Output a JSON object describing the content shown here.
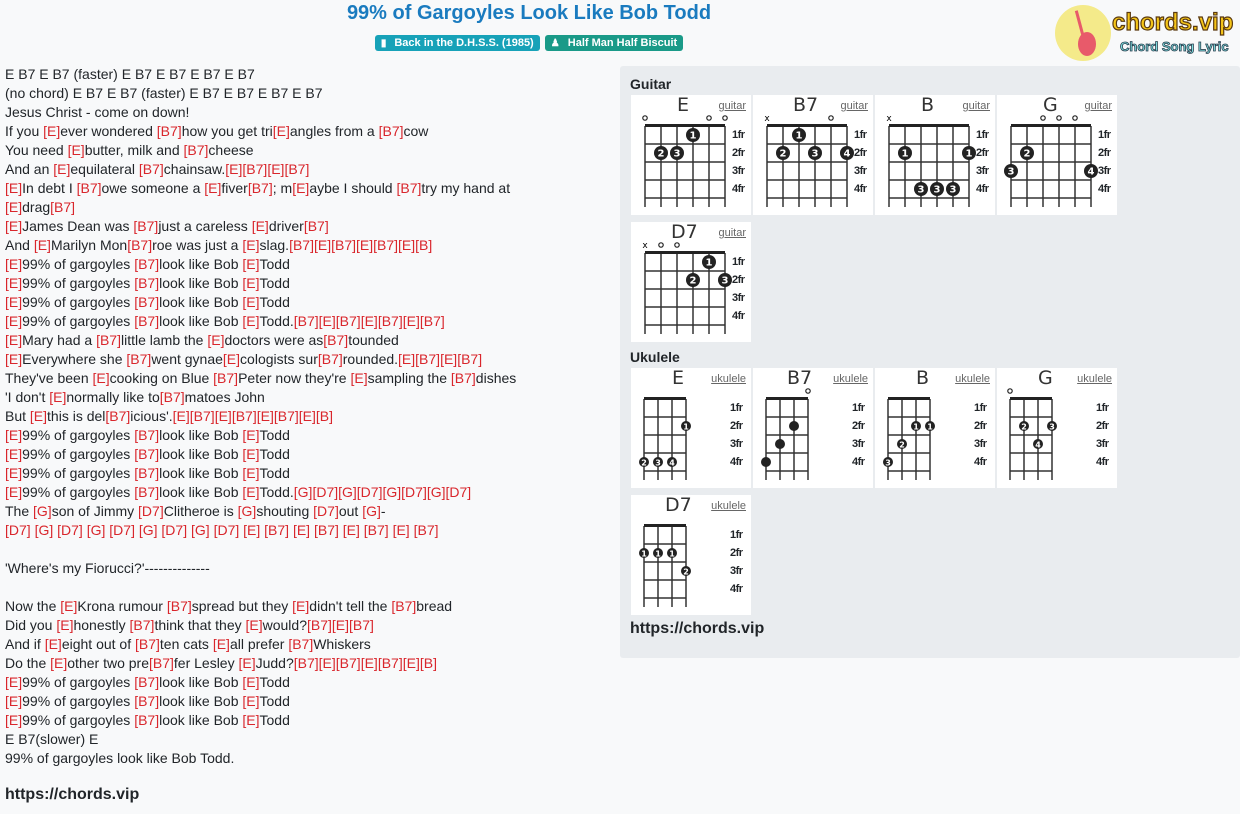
{
  "title": "99% of Gargoyles Look Like Bob Todd",
  "album_badge": {
    "icon": "book-icon",
    "label": "Back in the D.H.S.S. (1985)",
    "color": "#17a2b8"
  },
  "artist_badge": {
    "icon": "user-icon",
    "label": "Half Man Half Biscuit",
    "color": "#1a9a88"
  },
  "logo": {
    "text": "chords.vip",
    "tagline": "Chord Song Lyric"
  },
  "lyrics": {
    "lines": [
      [
        "E B7 E B7 (faster) E B7 E B7 E B7 E B7"
      ],
      [
        "(no chord) E B7 E B7 (faster) E B7 E B7 E B7 E B7"
      ],
      [
        "Jesus Christ - come on down!"
      ],
      [
        "If you ",
        "[E]",
        "ever wondered ",
        "[B7]",
        "how you get tri",
        "[E]",
        "angles from a ",
        "[B7]",
        "cow"
      ],
      [
        "You need ",
        "[E]",
        "butter, milk and ",
        "[B7]",
        "cheese"
      ],
      [
        "And an ",
        "[E]",
        "equilateral ",
        "[B7]",
        "chainsaw.",
        "[E]",
        "[B7]",
        "[E]",
        "[B7]"
      ],
      [
        "[E]",
        "In debt I ",
        "[B7]",
        "owe someone a ",
        "[E]",
        "fiver",
        "[B7]",
        "; m",
        "[E]",
        "aybe I should ",
        "[B7]",
        "try my hand at"
      ],
      [
        "[E]",
        "drag",
        "[B7]"
      ],
      [
        "[E]",
        "James Dean was ",
        "[B7]",
        "just a careless ",
        "[E]",
        "driver",
        "[B7]"
      ],
      [
        "And ",
        "[E]",
        "Marilyn Mon",
        "[B7]",
        "roe was just a ",
        "[E]",
        "slag.",
        "[B7]",
        "[E]",
        "[B7]",
        "[E]",
        "[B7]",
        "[E]",
        "[B]"
      ],
      [
        "[E]",
        "99% of gargoyles ",
        "[B7]",
        "look like Bob ",
        "[E]",
        "Todd"
      ],
      [
        "[E]",
        "99% of gargoyles ",
        "[B7]",
        "look like Bob ",
        "[E]",
        "Todd"
      ],
      [
        "[E]",
        "99% of gargoyles ",
        "[B7]",
        "look like Bob ",
        "[E]",
        "Todd"
      ],
      [
        "[E]",
        "99% of gargoyles ",
        "[B7]",
        "look like Bob ",
        "[E]",
        "Todd.",
        "[B7]",
        "[E]",
        "[B7]",
        "[E]",
        "[B7]",
        "[E]",
        "[B7]"
      ],
      [
        "[E]",
        "Mary had a ",
        "[B7]",
        "little lamb the ",
        "[E]",
        "doctors were as",
        "[B7]",
        "tounded"
      ],
      [
        "[E]",
        "Everywhere she ",
        "[B7]",
        "went gynae",
        "[E]",
        "cologists sur",
        "[B7]",
        "rounded.",
        "[E]",
        "[B7]",
        "[E]",
        "[B7]"
      ],
      [
        "They've been ",
        "[E]",
        "cooking on Blue ",
        "[B7]",
        "Peter now they're ",
        "[E]",
        "sampling the ",
        "[B7]",
        "dishes"
      ],
      [
        "'I don't ",
        "[E]",
        "normally like to",
        "[B7]",
        "matoes John"
      ],
      [
        "But ",
        "[E]",
        "this is del",
        "[B7]",
        "icious'.",
        "[E]",
        "[B7]",
        "[E]",
        "[B7]",
        "[E]",
        "[B7]",
        "[E]",
        "[B]"
      ],
      [
        "[E]",
        "99% of gargoyles ",
        "[B7]",
        "look like Bob ",
        "[E]",
        "Todd"
      ],
      [
        "[E]",
        "99% of gargoyles ",
        "[B7]",
        "look like Bob ",
        "[E]",
        "Todd"
      ],
      [
        "[E]",
        "99% of gargoyles ",
        "[B7]",
        "look like Bob ",
        "[E]",
        "Todd"
      ],
      [
        "[E]",
        "99% of gargoyles ",
        "[B7]",
        "look like Bob ",
        "[E]",
        "Todd.",
        "[G]",
        "[D7]",
        "[G]",
        "[D7]",
        "[G]",
        "[D7]",
        "[G]",
        "[D7]"
      ],
      [
        "The ",
        "[G]",
        "son of Jimmy ",
        "[D7]",
        "Clitheroe is ",
        "[G]",
        "shouting ",
        "[D7]",
        "out ",
        "[G]",
        "-"
      ],
      [
        "[D7]",
        " ",
        "[G]",
        " ",
        "[D7]",
        " ",
        "[G]",
        " ",
        "[D7]",
        " ",
        "[G]",
        " ",
        "[D7]",
        " ",
        "[G]",
        " ",
        "[D7]",
        " ",
        "[E]",
        " ",
        "[B7]",
        " ",
        "[E]",
        " ",
        "[B7]",
        " ",
        "[E]",
        " ",
        "[B7]",
        " ",
        "[E]",
        " ",
        "[B7]"
      ],
      [
        ""
      ],
      [
        "'Where's my Fiorucci?'--------------"
      ],
      [
        ""
      ],
      [
        "Now the ",
        "[E]",
        "Krona rumour ",
        "[B7]",
        "spread but they ",
        "[E]",
        "didn't tell the ",
        "[B7]",
        "bread"
      ],
      [
        "Did you ",
        "[E]",
        "honestly ",
        "[B7]",
        "think that they ",
        "[E]",
        "would?",
        "[B7]",
        "[E]",
        "[B7]"
      ],
      [
        "And if ",
        "[E]",
        "eight out of ",
        "[B7]",
        "ten cats ",
        "[E]",
        "all prefer ",
        "[B7]",
        "Whiskers"
      ],
      [
        "Do the ",
        "[E]",
        "other two pre",
        "[B7]",
        "fer Lesley ",
        "[E]",
        "Judd?",
        "[B7]",
        "[E]",
        "[B7]",
        "[E]",
        "[B7]",
        "[E]",
        "[B]"
      ],
      [
        "[E]",
        "99% of gargoyles ",
        "[B7]",
        "look like Bob ",
        "[E]",
        "Todd"
      ],
      [
        "[E]",
        "99% of gargoyles ",
        "[B7]",
        "look like Bob ",
        "[E]",
        "Todd"
      ],
      [
        "[E]",
        "99% of gargoyles ",
        "[B7]",
        "look like Bob ",
        "[E]",
        "Todd"
      ],
      [
        "E B7(slower) E"
      ],
      [
        "99% of gargoyles look like Bob Todd."
      ]
    ]
  },
  "footer_link": "https://chords.vip",
  "panel": {
    "guitar_heading": "Guitar",
    "ukulele_heading": "Ukulele",
    "link": "https://chords.vip",
    "fret_labels": [
      "1fr",
      "2fr",
      "3fr",
      "4fr"
    ],
    "guitar": [
      {
        "name": "E",
        "type": "guitar",
        "open": [
          0,
          4,
          5
        ],
        "muted": [],
        "dots": [
          [
            3,
            1,
            "1"
          ],
          [
            1,
            2,
            "2"
          ],
          [
            2,
            2,
            "3"
          ]
        ]
      },
      {
        "name": "B7",
        "type": "guitar",
        "open": [
          4
        ],
        "muted": [
          0
        ],
        "dots": [
          [
            2,
            1,
            "1"
          ],
          [
            1,
            2,
            "2"
          ],
          [
            3,
            2,
            "3"
          ],
          [
            5,
            2,
            "4"
          ]
        ]
      },
      {
        "name": "B",
        "type": "guitar",
        "open": [],
        "muted": [
          0
        ],
        "dots": [
          [
            1,
            2,
            "1"
          ],
          [
            5,
            2,
            "1"
          ],
          [
            2,
            4,
            "3"
          ],
          [
            3,
            4,
            "3"
          ],
          [
            4,
            4,
            "3"
          ]
        ]
      },
      {
        "name": "G",
        "type": "guitar",
        "open": [
          2,
          3,
          4
        ],
        "muted": [],
        "dots": [
          [
            1,
            2,
            "2"
          ],
          [
            0,
            3,
            "3"
          ],
          [
            5,
            3,
            "4"
          ]
        ]
      },
      {
        "name": "D7",
        "type": "guitar",
        "open": [
          1,
          2
        ],
        "muted": [
          0
        ],
        "dots": [
          [
            4,
            1,
            "1"
          ],
          [
            3,
            2,
            "2"
          ],
          [
            5,
            2,
            "3"
          ]
        ]
      }
    ],
    "ukulele": [
      {
        "name": "E",
        "type": "ukulele",
        "open": [],
        "muted": [],
        "dots": [
          [
            3,
            2,
            "1"
          ],
          [
            0,
            4,
            "2"
          ],
          [
            1,
            4,
            "3"
          ],
          [
            2,
            4,
            "4"
          ]
        ]
      },
      {
        "name": "B7",
        "type": "ukulele",
        "open": [
          3
        ],
        "muted": [],
        "dots": [
          [
            2,
            2,
            ""
          ],
          [
            1,
            3,
            ""
          ],
          [
            0,
            4,
            ""
          ]
        ]
      },
      {
        "name": "B",
        "type": "ukulele",
        "open": [],
        "muted": [],
        "dots": [
          [
            2,
            2,
            "1"
          ],
          [
            3,
            2,
            "1"
          ],
          [
            1,
            3,
            "2"
          ],
          [
            0,
            4,
            "3"
          ]
        ]
      },
      {
        "name": "G",
        "type": "ukulele",
        "open": [
          0
        ],
        "muted": [],
        "dots": [
          [
            1,
            2,
            "2"
          ],
          [
            3,
            2,
            "3"
          ],
          [
            2,
            3,
            "4"
          ]
        ]
      },
      {
        "name": "D7",
        "type": "ukulele",
        "open": [],
        "muted": [],
        "dots": [
          [
            0,
            2,
            "1"
          ],
          [
            1,
            2,
            "1"
          ],
          [
            2,
            2,
            "1"
          ],
          [
            3,
            3,
            "2"
          ]
        ]
      }
    ]
  }
}
